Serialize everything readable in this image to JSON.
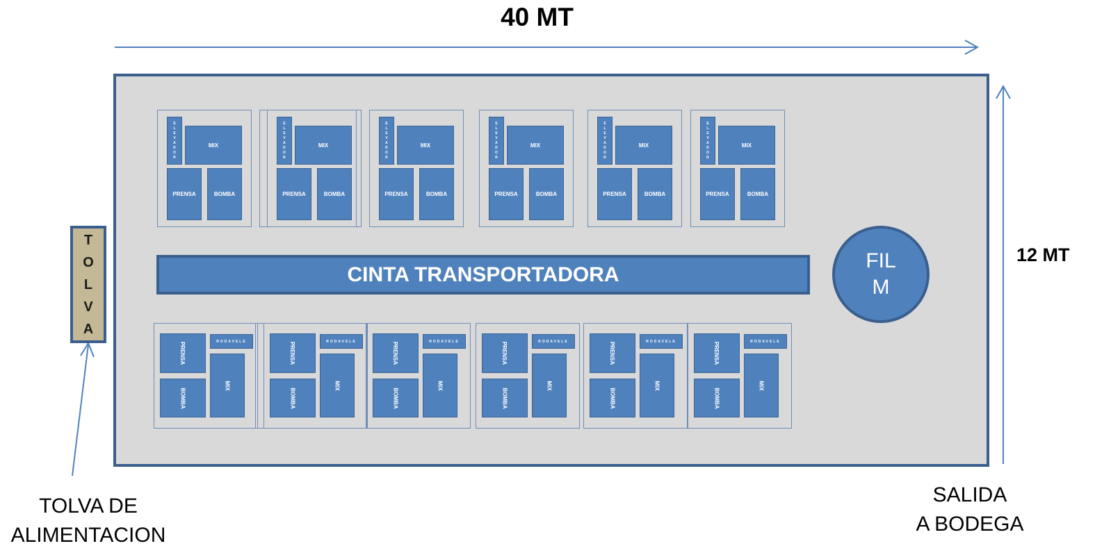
{
  "dimensions": {
    "width_label": "40 MT",
    "height_label": "12 MT"
  },
  "belt": {
    "label": "CINTA TRANSPORTADORA"
  },
  "film": {
    "line1": "FIL",
    "line2": "M"
  },
  "tolva": {
    "letters": [
      "T",
      "O",
      "L",
      "V",
      "A"
    ]
  },
  "captions": {
    "tolva_line1": "TOLVA DE",
    "tolva_line2": "ALIMENTACION",
    "salida_line1": "SALIDA",
    "salida_line2": "A BODEGA"
  },
  "unit_labels": {
    "elevador": "ELEVADOR",
    "mix": "MIX",
    "prensa": "PRENSA",
    "bomba": "BOMBA"
  },
  "colors": {
    "block": "#4f81bd",
    "border": "#3a5f8f",
    "floor": "#d9d9d9",
    "tolva": "#c4b996"
  },
  "top_units_count": 6,
  "bottom_units_count": 6
}
